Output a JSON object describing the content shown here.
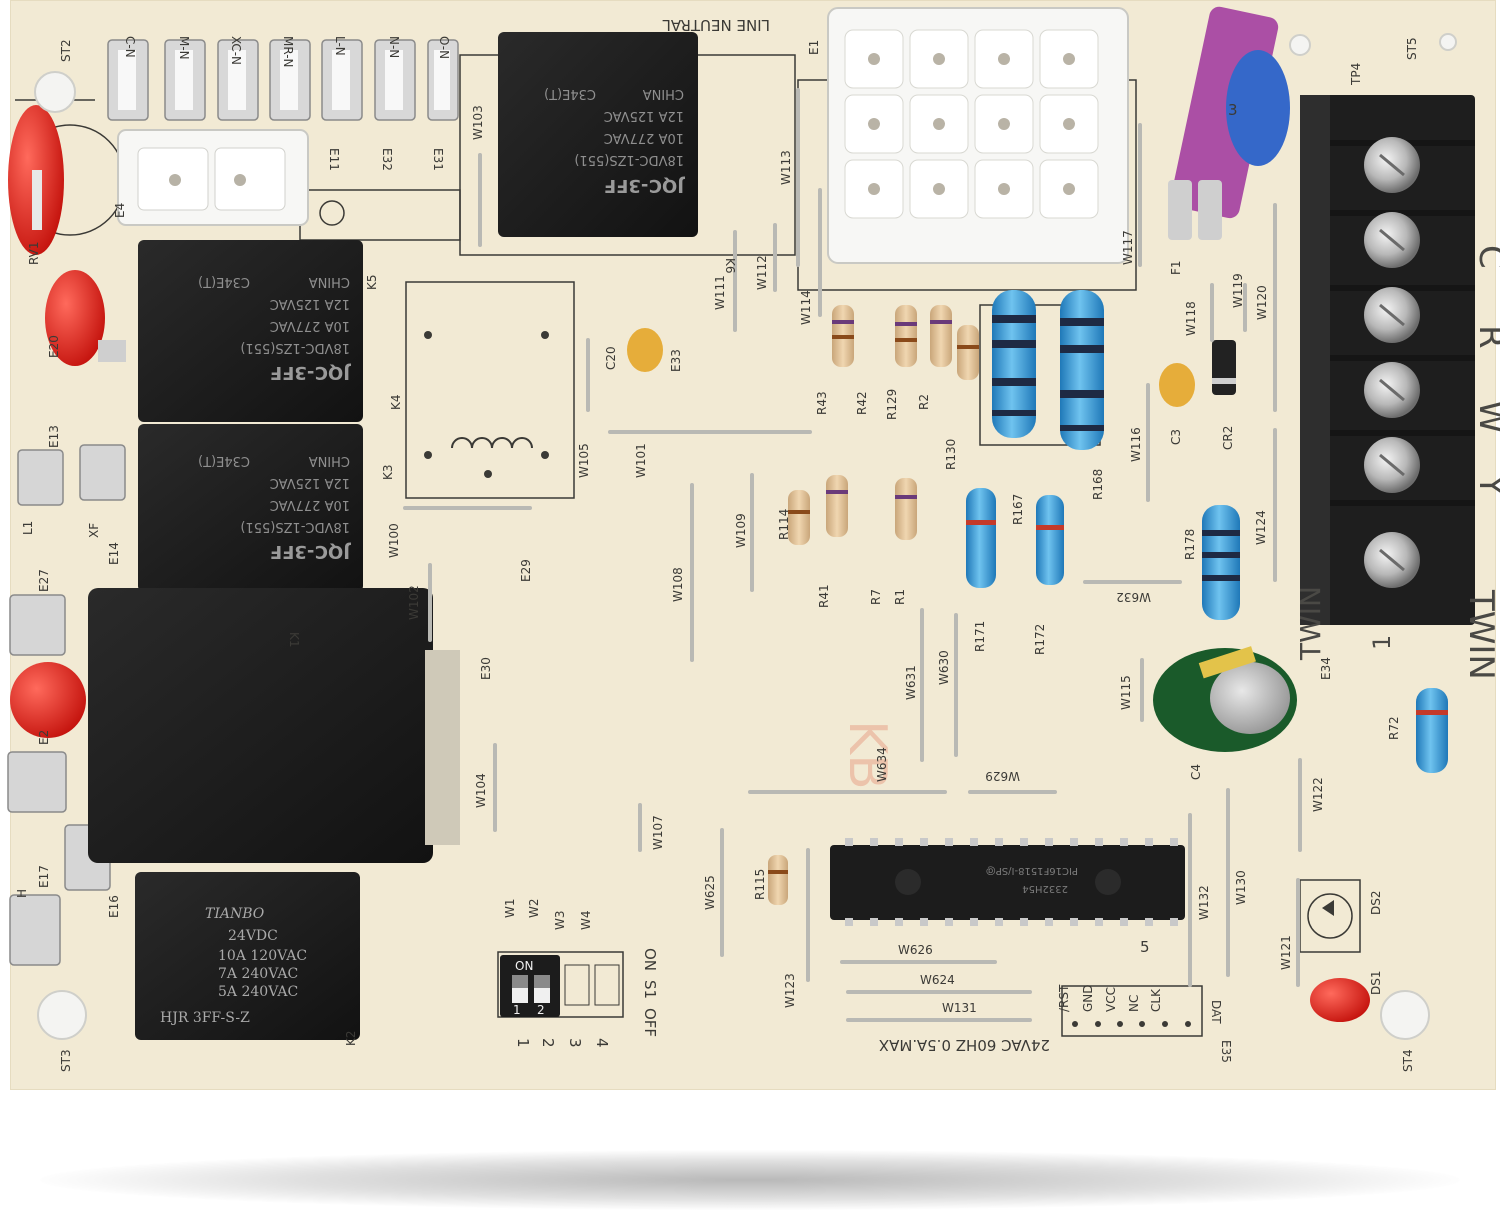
{
  "image": {
    "subject": "HVAC furnace control circuit board",
    "colors": {
      "board": "#f2ead4",
      "relay": "#1d1d1d",
      "connector": "#f7f7f5",
      "resistor_blue": "#3aa0d8",
      "capacitor_tan": "#e6ad3a",
      "led_red": "#e0201a",
      "fuse_purple": "#a33ea0"
    }
  },
  "header_labels": {
    "line_neutral": "LINE NEUTRAL"
  },
  "top_terminals": [
    "C-N",
    "M-N",
    "XC-N",
    "MR-N",
    "L-N",
    "N-N",
    "O-N"
  ],
  "top_terminal_refs": [
    "E11",
    "E32",
    "E31"
  ],
  "relays": {
    "k6": {
      "brand": "JQC-3FF",
      "rating1": "18VDC-1ZS(551)",
      "rating2": "10A 277VAC",
      "rating3": "12A 125VAC",
      "origin": "CHINA",
      "code": "C34E(T)",
      "ref": "K6"
    },
    "k5": {
      "brand": "JQC-3FF",
      "rating1": "18VDC-1ZS(551)",
      "rating2": "10A 277VAC",
      "rating3": "12A 125VAC",
      "origin": "CHINA",
      "code": "C34E(T)",
      "ref": "K5"
    },
    "k3": {
      "brand": "JQC-3FF",
      "rating1": "18VDC-1ZS(551)",
      "rating2": "10A 277VAC",
      "rating3": "12A 125VAC",
      "origin": "CHINA",
      "code": "C34E(T)",
      "ref": "K3"
    },
    "k2": {
      "brand": "TIANBO",
      "rating1": "24VDC",
      "rating2": "10A 120VAC",
      "rating3": "7A 240VAC",
      "rating4": "5A 240VAC",
      "model": "HJR 3FF-S-Z",
      "ref": "K2"
    },
    "k1": {
      "ref": "K1"
    },
    "k4": {
      "ref": "K4"
    }
  },
  "fuse": {
    "value": "3",
    "ref": "F1"
  },
  "terminal_block": {
    "ref": "TP4",
    "labels": [
      "C",
      "R",
      "W",
      "Y",
      "TWIN"
    ],
    "bottom_label": "TWIN",
    "pin_marker": "1",
    "ref_bottom": "E34"
  },
  "chip": {
    "line1": "2332H54",
    "line2": "PIC16F1518-I/SP@",
    "ref": "5"
  },
  "dip_switch": {
    "on_label": "ON",
    "off_label": "OFF",
    "switch_label": "S1",
    "switch_on": "ON",
    "positions": [
      "1",
      "2",
      "3",
      "4"
    ],
    "top_labels": [
      "W1",
      "W2",
      "W3",
      "W4"
    ],
    "cap_nums": [
      "1",
      "2"
    ]
  },
  "prog_header": {
    "pins": [
      "/RST",
      "GND",
      "VCC",
      "NC",
      "CLK",
      "DAT"
    ],
    "ref": "E35"
  },
  "power_rating": "24VAC 60HZ 0.5A.MAX",
  "watermark": "KB",
  "leds": {
    "ds1": "DS1",
    "ds2": "DS2"
  },
  "standoffs": [
    "ST2",
    "ST3",
    "ST4",
    "ST5"
  ],
  "component_refs": {
    "wires": [
      "W103",
      "W113",
      "W112",
      "W111",
      "W114",
      "W117",
      "W118",
      "W119",
      "W120",
      "W116",
      "W105",
      "W101",
      "W109",
      "W108",
      "W100",
      "W102",
      "W104",
      "W107",
      "W625",
      "W123",
      "W626",
      "W624",
      "W131",
      "W634",
      "W629",
      "W631",
      "W630",
      "W632",
      "W124",
      "W115",
      "W122",
      "W130",
      "W132",
      "W121"
    ],
    "resistors": [
      "R43",
      "R42",
      "R129",
      "R2",
      "R130",
      "R167",
      "R168",
      "R114",
      "R41",
      "R7",
      "R1",
      "R171",
      "R172",
      "R178",
      "R72",
      "R115"
    ],
    "capacitors": [
      "C20",
      "C3",
      "C4"
    ],
    "diode": "CR2",
    "misc": [
      "E1",
      "E4",
      "E20",
      "E13",
      "E14",
      "E27",
      "E29",
      "E30",
      "E33",
      "E17",
      "E16",
      "E2",
      "RV1",
      "XF",
      "L1",
      "H"
    ]
  }
}
